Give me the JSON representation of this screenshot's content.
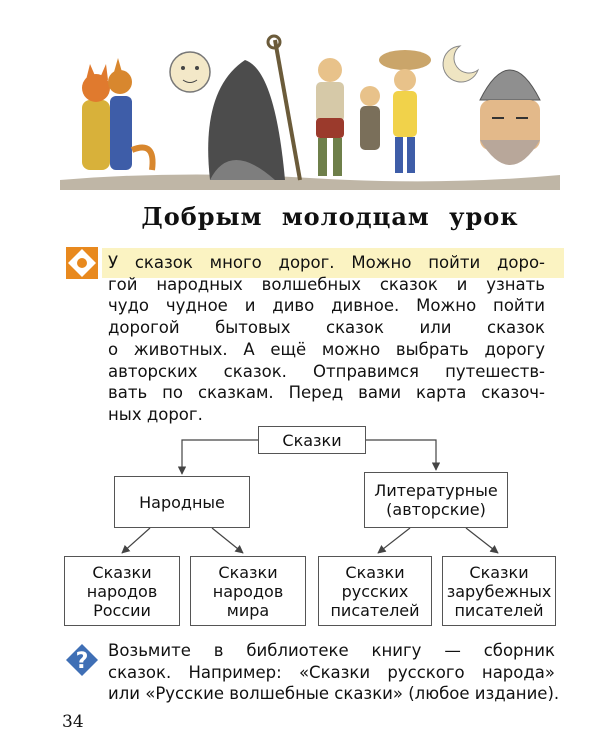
{
  "title": "Добрым молодцам урок",
  "intro_lines": [
    "У сказок много дорог. Можно пойти доро-",
    "гой народных волшебных сказок и узнать",
    "чудо чудное и диво дивное. Можно пойти",
    "дорогой бытовых сказок или сказок",
    "о животных. А ещё можно выбрать дорогу",
    "авторских сказок. Отправимся путешеств-",
    "вать по сказкам. Перед вами карта сказоч-",
    "ных дорог."
  ],
  "diagram": {
    "root": "Сказки",
    "folk": "Народные",
    "literary": [
      "Литературные",
      "(авторские)"
    ],
    "leaves": [
      [
        "Сказки",
        "народов",
        "России"
      ],
      [
        "Сказки",
        "народов",
        "мира"
      ],
      [
        "Сказки",
        "русских",
        "писателей"
      ],
      [
        "Сказки",
        "зарубежных",
        "писателей"
      ]
    ]
  },
  "task_lines": [
    "Возьмите в библиотеке книгу — сборник",
    "сказок. Например: «Сказки русского народа»",
    "или «Русские волшебные сказки» (любое издание)."
  ],
  "page_number": "34",
  "colors": {
    "highlight": "#fbf3c2",
    "icon_orange": "#e8891e",
    "icon_blue": "#3f6fb5"
  },
  "icons": [
    "diamond-info-icon",
    "question-mark-icon"
  ]
}
